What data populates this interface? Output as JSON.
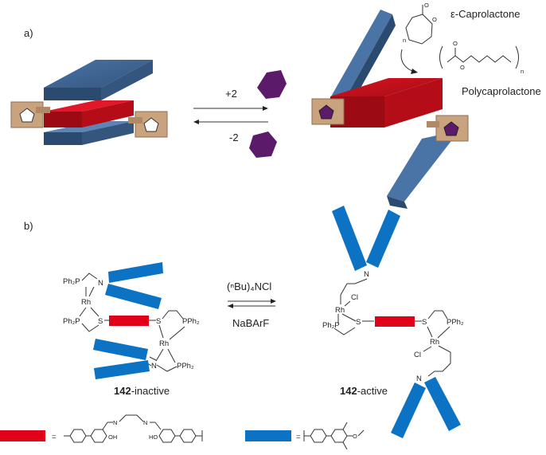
{
  "panel_a": {
    "label": "a)",
    "forward_label": "+2",
    "reverse_label": "-2",
    "monomer_label": "ε-Caprolactone",
    "polymer_label": "Polycaprolactone",
    "ring_n": "n",
    "polymer_n": "n"
  },
  "panel_b": {
    "label": "b)",
    "forward_reagent": "(ⁿBu)₄NCl",
    "reverse_reagent": "NaBArF",
    "inactive_num": "142",
    "inactive_suffix": "-inactive",
    "active_num": "142",
    "active_suffix": "-active",
    "atoms": {
      "ph2p": "Ph₂P",
      "pph2": "PPh₂",
      "rh": "Rh",
      "s": "S",
      "n": "N",
      "cl": "Cl",
      "oh": "OH",
      "ho": "HO",
      "eq": "="
    }
  },
  "colors": {
    "red": "#e0001a",
    "blue": "#0b72c4",
    "plate_blue": "#3a5f8c",
    "plate_red": "#c8101e",
    "hinge": "#c9a27e",
    "purple": "#5c1a6a"
  }
}
